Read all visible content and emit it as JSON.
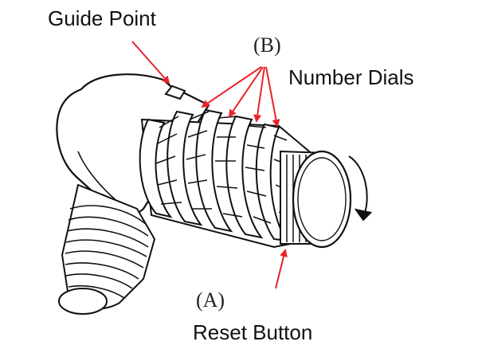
{
  "labels": {
    "guide_point": "Guide Point",
    "number_dials": "Number Dials",
    "reset_button": "Reset Button",
    "letter_b": "(B)",
    "letter_a": "(A)"
  },
  "colors": {
    "annotation_arrow": "#e8232a",
    "line_art": "#111111"
  }
}
